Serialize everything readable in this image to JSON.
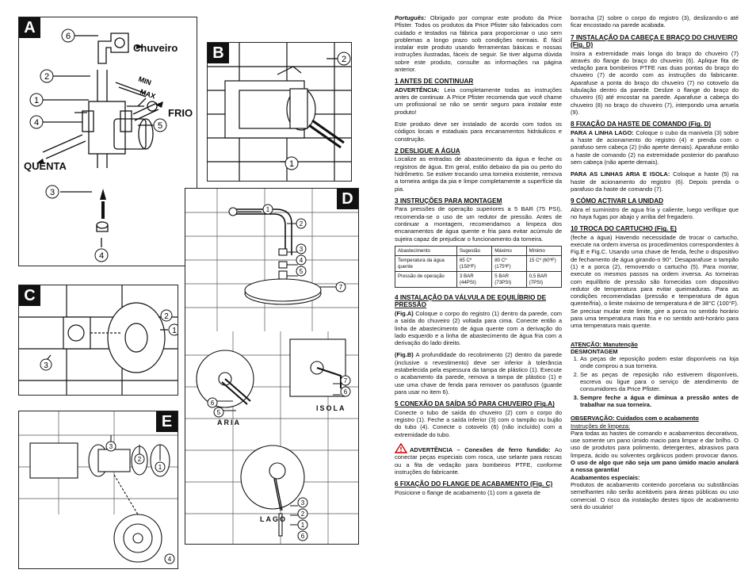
{
  "figures": {
    "A": {
      "letter": "A",
      "chuveiro": "Chuveiro",
      "frio": "FRIO",
      "quenta": "QUENTA",
      "min": "MIN",
      "max": "MAX",
      "callouts": [
        "6",
        "2",
        "1",
        "4",
        "5",
        "3",
        "4"
      ]
    },
    "B": {
      "letter": "B",
      "callouts": [
        "2",
        "1"
      ]
    },
    "C": {
      "letter": "C",
      "callouts": [
        "2",
        "1",
        "3"
      ]
    },
    "D": {
      "letter": "D",
      "callouts": [
        "1",
        "2",
        "3",
        "4",
        "5",
        "7",
        "6",
        "5",
        "7",
        "6",
        "3",
        "2",
        "1",
        "6"
      ],
      "brands": [
        "ARIA",
        "ISOLA",
        "LAGO"
      ]
    },
    "E": {
      "letter": "E",
      "callouts": [
        "3",
        "2",
        "1",
        "4"
      ]
    }
  },
  "col1": {
    "intro_lang": "Português:",
    "intro": "Obrigado por comprar este produto da Price Pfister. Todos os produtos da Price Pfister são fabricados com cuidado e testados na fábrica para proporcionar o uso sem problemas a longo prazo sob condições normais. É fácil instalar este produto usando ferramentas básicas e nossas instruções ilustradas, fáceis de seguir. Se tiver alguma dúvida sobre este produto, consulte as informações na página anterior.",
    "s1_title": "1 ANTES DE CONTINUAR",
    "s1_warn_label": "ADVERTÊNCIA:",
    "s1_warn": "Leia completamente todas as instruções antes de continuar. A Price Pfister recomenda que você chame um profissional se não se sentir seguro para instalar este produto!",
    "s1_p2": "Este produto deve ser instalado de acordo com todos os códigos locais e estaduais para encanamentos hidráulicos e construção.",
    "s2_title": "2 DESLIGUE A ÁGUA",
    "s2_p": "Localize as entradas de abastecimento da água e feche os registros de água. Em geral, estão debaixo da pia ou perto do hidrômetro. Se estiver trocando uma torneira existente, remova a torneira antiga da pia e limpe completamente a superfície da pia.",
    "s3_title": "3 INSTRUÇÕES PARA MONTAGEM",
    "s3_p": "Para pressões de operação superiores a 5 BAR (75 PSI), recomenda-se o uso de um redutor de pressão. Antes de continuar a montagem, recomendamos a limpeza dos encanamentos de água quente e fria para evitar acúmulo de sujeira capaz de prejudicar o funcionamento da torneira.",
    "table": {
      "headers": [
        "Abastecimento",
        "Sugestão",
        "Máximo",
        "Mínimo"
      ],
      "rows": [
        [
          "Temperatura da água quente",
          "65 Cº (150ºF)",
          "80 Cº (175ºF)",
          "15 Cº (60ºF)"
        ],
        [
          "Pressão de operação",
          "3 BAR (44PSI)",
          "5 BAR (73PSI)",
          "0,5 BAR (7PSI)"
        ]
      ]
    },
    "s4_title": "4 INSTALAÇÃO DA VÁLVULA DE EQUILÍBRIO DE PRESSÃO",
    "s4_a_label": "(Fig.A)",
    "s4_a": "Coloque o corpo do registro (1) dentro da parede, com a saída do chuveiro (2) voltada para cima. Conecte então a linha de abastecimento de água quente com a derivação do lado esquerdo e a linha de abastecimento de água fria com a derivação do lado direito.",
    "s4_b_label": "(Fig.B)",
    "s4_b": "A profundidade do recobrimento (2) dentro da parede (inclusive o revestimento) deve ser inferior à tolerância estabelecida pela espessura da tampa de plástico (1). Execute o acabamento da parede, remova a tampa de plástico (1) e use uma chave de fenda para remover os parafusos (guarde para usar no item 6).",
    "s5_title": "5 CONEXÃO DA SAÍDA SÓ PARA CHUVEIRO (Fig.A)",
    "s5_p": "Conecte o tubo de saída do chuveiro (2) com o corpo do registro (1). Feche a saída inferior (3) com o tampão ou bujão do tubo (4). Conecte o cotovelo (6) (não incluído) com a extremidade do tubo.",
    "s5_warn_label": "ADVERTÊNCIA – Conexões de ferro fundido:",
    "s5_warn": "Ao conectar peças especiais com rosca, use selante para roscas ou a fita de vedação para bombeiros PTFE, conforme instruções do fabricante.",
    "s6_title": "6 FIXAÇÃO DO FLANGE DE ACABAMENTO (Fig. C)",
    "s6_p": "Posicione o flange de acabamento (1) com a gaxeta de"
  },
  "col2": {
    "cont": "borracha (2) sobre o corpo do registro (3), deslizando-o até ficar encostado na parede acabada.",
    "s7_title": "7 INSTALAÇÃO DA CABEÇA E BRAÇO DO CHUVEIRO (Fig. D)",
    "s7_p": "Insira a extremidade mais longa do braço do chuveiro (7) através do flange do braço do chuveiro (6). Aplique fita de vedação para bombeiros PTFE nas duas pontas do braço do chuveiro (7) de acordo com as instruções do fabricante. Aparafuse a ponta do braço do chuveiro (7) no cotovelo da tubulação dentro da parede. Deslize o flange do braço do chuveiro (6) até encostar na parede. Aparafuse a cabeça do chuveiro (8) no braço do chuveiro (7), interpondo uma arruela (9).",
    "s8_title": "8 FIXAÇÃO DA HASTE DE COMANDO (Fig. D)",
    "s8_p1_label": "PARA A LINHA LAGO:",
    "s8_p1": "Coloque o cubo da manivela (3) sobre a haste de acionamento do registro (4) e prenda com o parafuso sem cabeça (2) (não aperte demais). Aparafuse então a haste de comando (2) na extremidade posterior do parafuso sem cabeça (não aperte demais).",
    "s8_p2_label": "PARA AS LINHAS ARIA E ISOLA:",
    "s8_p2": "Coloque a haste (5) na haste de acionamento do registro (6). Depois prenda o parafuso da haste de comando (7).",
    "s9_title": "9 CÓMO ACTIVAR LA UNIDAD",
    "s9_p": "Abra el suministro de agua fría y caliente, luego verifique que no haya fugas por abajo y arriba del fregadero.",
    "s10_title": "10 TROCA DO CARTUCHO (Fig. E)",
    "s10_p": "(feche a água) Havendo necessidade de trocar o cartucho, execute na ordem inversa os procedimentos correspondentes à Fig.E e Fig.C. Usando uma chave de fenda, feche o dispositivo de fechamento de água girando-o 90°. Desaparafuse o tampão (1) e a porca (2), removendo o cartucho (5). Para montar, execute os mesmos passos na ordem inversa. As torneiras com equilíbrio de pressão são fornecidas com dispositivo redutor de temperatura para evitar queimaduras. Para as condições recomendadas (pressão e temperatura de água quente/fria), o limite máximo de temperatura é de 38°C (100°F). Se precisar mudar este limite, gire a porca no sentido horário para uma temperatura mais fria e no sentido anti-horário para uma temperatura mais quente.",
    "maint_title": "ATENÇÃO: Manutenção",
    "maint_sub": "DESMONTAGEM",
    "maint_items": [
      "As peças de reposição podem estar disponíveis na loja onde comprou a sua torneira.",
      "Se as peças de reposição não estiverem disponíveis, escreva ou ligue para o serviço de atendimento de consumidores da Price Pfister.",
      "Sempre feche a água e diminua a pressão antes de trabalhar na sua torneira."
    ],
    "obs_title": "OBSERVAÇÃO: Cuidados com o acabamento",
    "obs_sub": "Instruções de limpeza:",
    "obs_p": "Para todas as hastes de comando e acabamentos decorativos, use somente um pano úmido macio para limpar e dar brilho. O uso de produtos para polimento, detergentes, abrasivos para limpeza, ácido ou solventes orgânicos podem provocar danos.",
    "obs_bold": "O uso de algo que não seja um pano úmido macio anulará a nossa garantia!",
    "special_title": "Acabamentos especiais:",
    "special_p": "Produtos de acabamento contendo porcelana ou substâncias semelhantes não serão aceitáveis para áreas públicas ou uso comercial. O risco da instalação destes tipos de acabamento será do usuário!"
  }
}
